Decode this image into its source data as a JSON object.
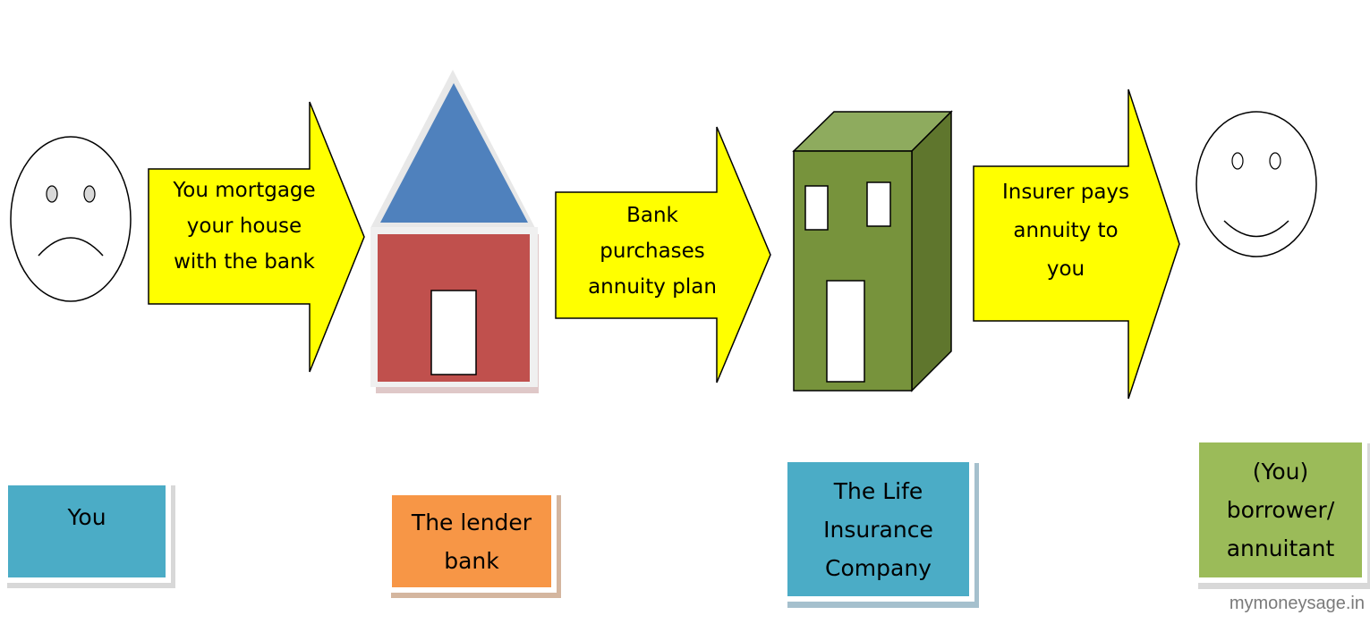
{
  "steps": [
    {
      "text": "You mortgage\nyour house\nwith the bank"
    },
    {
      "text": "Bank\npurchases\nannuity plan"
    },
    {
      "text": "Insurer pays\nannuity to\nyou"
    }
  ],
  "labels": {
    "you": "You",
    "bank": "The lender\nbank",
    "insurer": "The Life\nInsurance\nCompany",
    "annuitant": "(You)\nborrower/\nannuitant"
  },
  "watermark": "mymoneysage.in",
  "colors": {
    "arrow": "#ffff00",
    "roof": "#4f81bd",
    "house_wall": "#c0504d",
    "building_front": "#77933c",
    "building_top": "#8eab5e",
    "building_side": "#5f762d",
    "label_you": "#4bacc6",
    "label_bank": "#f79646",
    "label_insurer": "#4bacc6",
    "label_annuitant": "#9bbb59"
  }
}
